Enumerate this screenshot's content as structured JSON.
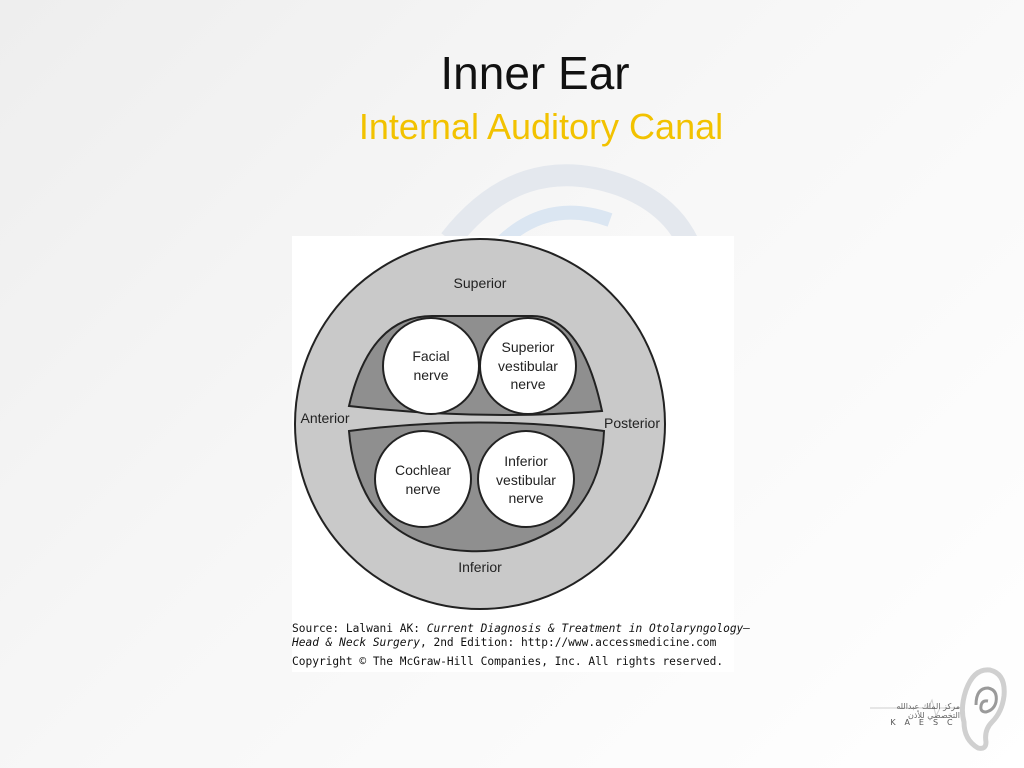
{
  "slide": {
    "title": "Inner Ear",
    "subtitle": "Internal Auditory Canal"
  },
  "diagram": {
    "orientation": {
      "superior": "Superior",
      "inferior": "Inferior",
      "anterior": "Anterior",
      "posterior": "Posterior"
    },
    "nerves": {
      "facial": [
        "Facial",
        "nerve"
      ],
      "superior_vestibular": [
        "Superior",
        "vestibular",
        "nerve"
      ],
      "cochlear": [
        "Cochlear",
        "nerve"
      ],
      "inferior_vestibular": [
        "Inferior",
        "vestibular",
        "nerve"
      ]
    }
  },
  "source": {
    "prefix": "Source: Lalwani AK: ",
    "book_title_line1": "Current Diagnosis & Treatment in Otolaryngology—",
    "book_title_line2": "Head & Neck Surgery",
    "edition": ", 2nd Edition: http://www.accessmedicine.com",
    "copyright": "Copyright © The McGraw-Hill Companies, Inc. All rights reserved."
  },
  "logo": {
    "arabic": "مركز الملك عبدالله التخصصي للأذن",
    "letters": "KAESC",
    "icon": "ear-logo-icon"
  },
  "colors": {
    "subtitle": "#f2c200",
    "outer_circle": "#c9c9c9",
    "inner_region": "#8f8f8f",
    "nerve_fill": "#ffffff"
  }
}
